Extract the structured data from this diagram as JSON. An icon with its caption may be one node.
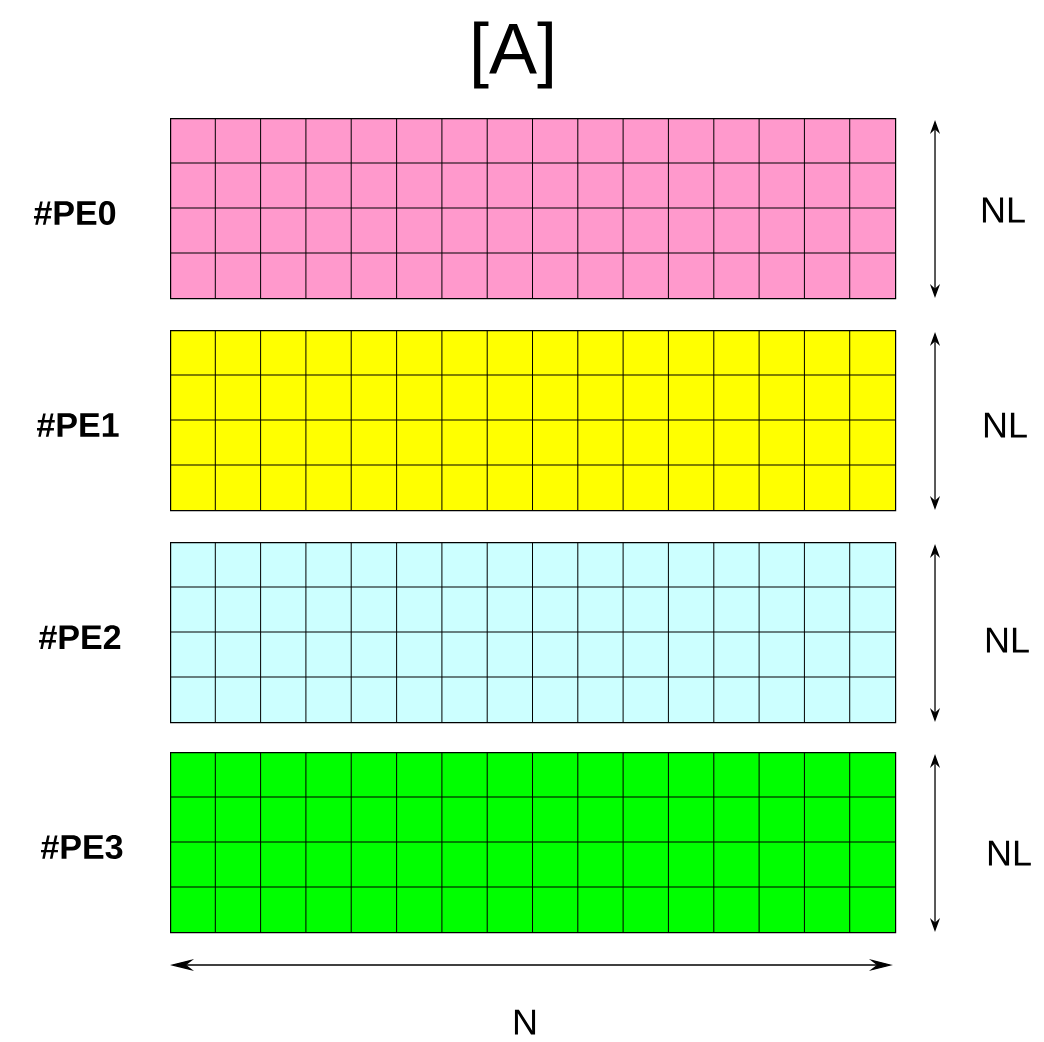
{
  "diagram": {
    "title": "[A]",
    "nodes": [
      {
        "text": [
          "#PE0"
        ]
      },
      {
        "text": [
          "#PE1"
        ]
      },
      {
        "text": [
          "#PE2"
        ]
      },
      {
        "text": [
          "#PE3"
        ]
      }
    ],
    "labels": [
      "NL",
      "NL",
      "NL",
      "NL",
      "N"
    ]
  }
}
